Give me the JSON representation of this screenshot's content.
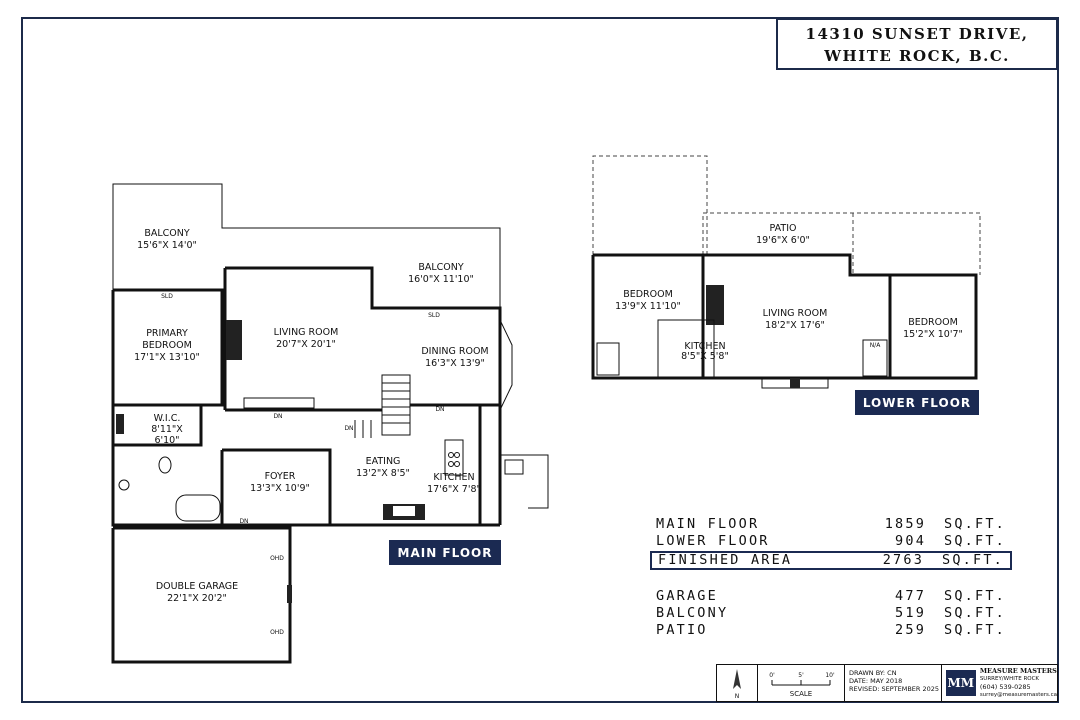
{
  "address": {
    "line1": "14310 SUNSET DRIVE,",
    "line2": "WHITE ROCK, B.C."
  },
  "main_floor": {
    "label": "MAIN FLOOR",
    "rooms": [
      {
        "name": "BALCONY",
        "dims": "15'6\"X 14'0\""
      },
      {
        "name": "BALCONY",
        "dims": "16'0\"X 11'10\""
      },
      {
        "name": "PRIMARY",
        "name2": "BEDROOM",
        "dims": "17'1\"X 13'10\""
      },
      {
        "name": "LIVING ROOM",
        "dims": "20'7\"X 20'1\""
      },
      {
        "name": "DINING ROOM",
        "dims": "16'3\"X 13'9\""
      },
      {
        "name": "W.I.C.",
        "dims": "8'11\"X",
        "dims2": "6'10\""
      },
      {
        "name": "FOYER",
        "dims": "13'3\"X 10'9\""
      },
      {
        "name": "EATING",
        "dims": "13'2\"X 8'5\""
      },
      {
        "name": "KITCHEN",
        "dims": "17'6\"X 7'8\""
      },
      {
        "name": "DOUBLE GARAGE",
        "dims": "22'1\"X 20'2\""
      }
    ],
    "marks": {
      "sld1": "SLD",
      "sld2": "SLD",
      "dn1": "DN",
      "dn2": "DN",
      "dn3": "DN",
      "dn4": "DN",
      "ohd1": "OHD",
      "ohd2": "OHD"
    }
  },
  "lower_floor": {
    "label": "LOWER FLOOR",
    "rooms": [
      {
        "name": "PATIO",
        "dims": "19'6\"X 6'0\""
      },
      {
        "name": "BEDROOM",
        "dims": "13'9\"X 11'10\""
      },
      {
        "name": "LIVING ROOM",
        "dims": "18'2\"X 17'6\""
      },
      {
        "name": "KITCHEN",
        "dims": "8'5\"X 5'8\""
      },
      {
        "name": "BEDROOM",
        "dims": "15'2\"X 10'7\""
      }
    ],
    "marks": {
      "na": "N/A"
    }
  },
  "areas": [
    {
      "label": "MAIN FLOOR",
      "value": "1859",
      "unit": "SQ.FT."
    },
    {
      "label": "LOWER FLOOR",
      "value": "904",
      "unit": "SQ.FT."
    },
    {
      "label": "FINISHED AREA",
      "value": "2763",
      "unit": "SQ.FT."
    },
    {
      "label": "GARAGE",
      "value": "477",
      "unit": "SQ.FT."
    },
    {
      "label": "BALCONY",
      "value": "519",
      "unit": "SQ.FT."
    },
    {
      "label": "PATIO",
      "value": "259",
      "unit": "SQ.FT."
    }
  ],
  "title_block": {
    "north": "N",
    "scale_label": "SCALE",
    "scale_ticks": [
      "0'",
      "5'",
      "10'"
    ],
    "drawn_by": "DRAWN BY: CN",
    "date": "DATE: MAY 2018",
    "revised": "REVISED: SEPTEMBER 2025",
    "company": "MEASURE MASTERS",
    "company_sub": "SURREY/WHITE ROCK",
    "phone": "(604) 539-0285",
    "email": "surrey@measuremasters.ca",
    "logo_mark": "MM"
  }
}
